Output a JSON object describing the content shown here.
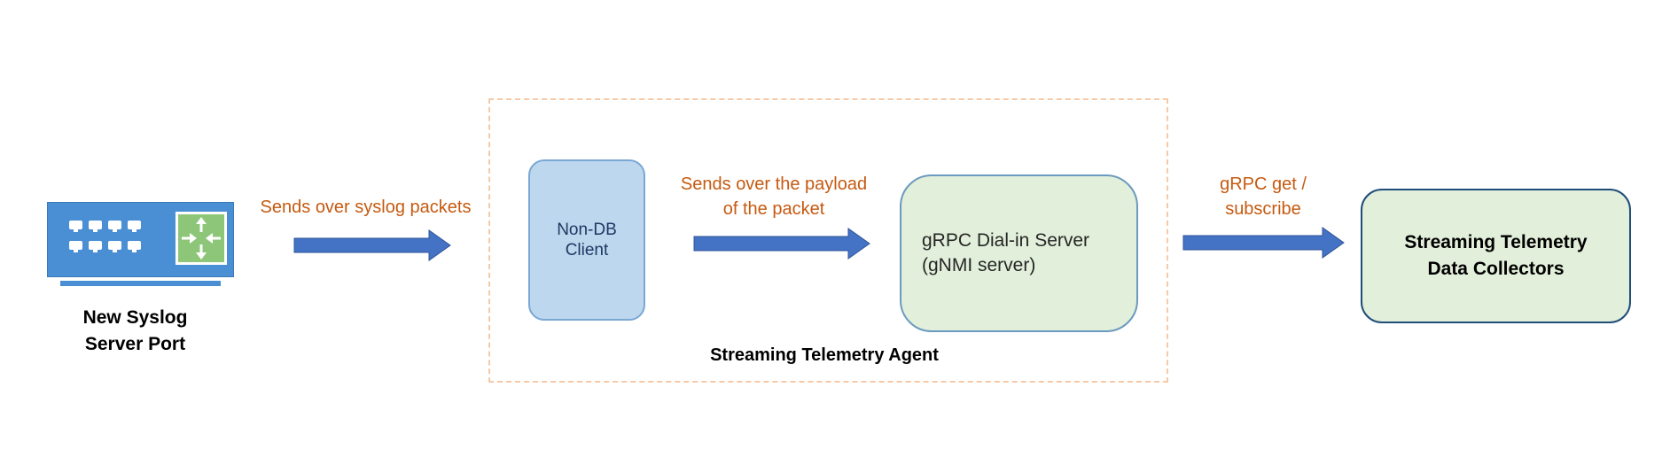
{
  "source": {
    "label_line1": "New Syslog",
    "label_line2": "Server Port"
  },
  "edges": {
    "syslog": "Sends over syslog packets",
    "payload_line1": "Sends over the payload",
    "payload_line2": "of the packet",
    "grpc_line1": "gRPC get /",
    "grpc_line2": "subscribe"
  },
  "agent": {
    "title": "Streaming Telemetry Agent",
    "client_line1": "Non-DB",
    "client_line2": "Client",
    "server_line1": "gRPC Dial-in Server",
    "server_line2": "(gNMI server)"
  },
  "collectors": {
    "line1": "Streaming Telemetry",
    "line2": "Data Collectors"
  },
  "colors": {
    "arrow": "#4472c4",
    "label_orange": "#c55a11",
    "switch_blue": "#4a8fd3",
    "switch_module": "#8ec679",
    "client_fill": "#bdd7ee",
    "server_fill": "#e2efda",
    "agent_border": "#f7c9a6"
  }
}
